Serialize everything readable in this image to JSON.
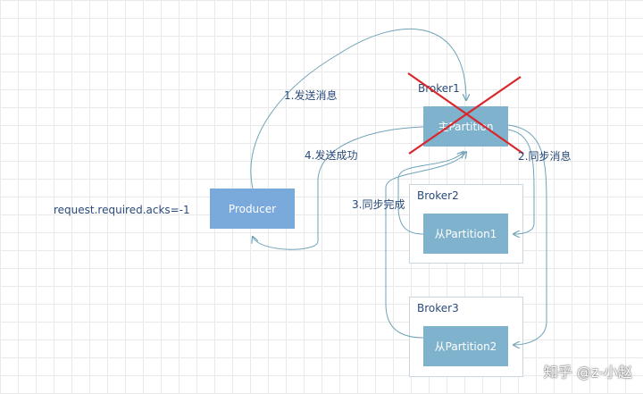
{
  "config_text": "request.required.acks=-1",
  "producer": {
    "label": "Producer"
  },
  "brokers": [
    {
      "title": "Broker1",
      "partition": "主Partition"
    },
    {
      "title": "Broker2",
      "partition": "从Partition1"
    },
    {
      "title": "Broker3",
      "partition": "从Partition2"
    }
  ],
  "steps": {
    "send": "1.发送消息",
    "sync": "2.同步消息",
    "sync_done": "3.同步完成",
    "send_ok": "4.发送成功"
  },
  "watermark": "知乎 @z-小赵",
  "colors": {
    "line": "#6fa3b8",
    "cross": "#d9262b",
    "partition": "#7fb2cc",
    "producer": "#7aaadb"
  }
}
